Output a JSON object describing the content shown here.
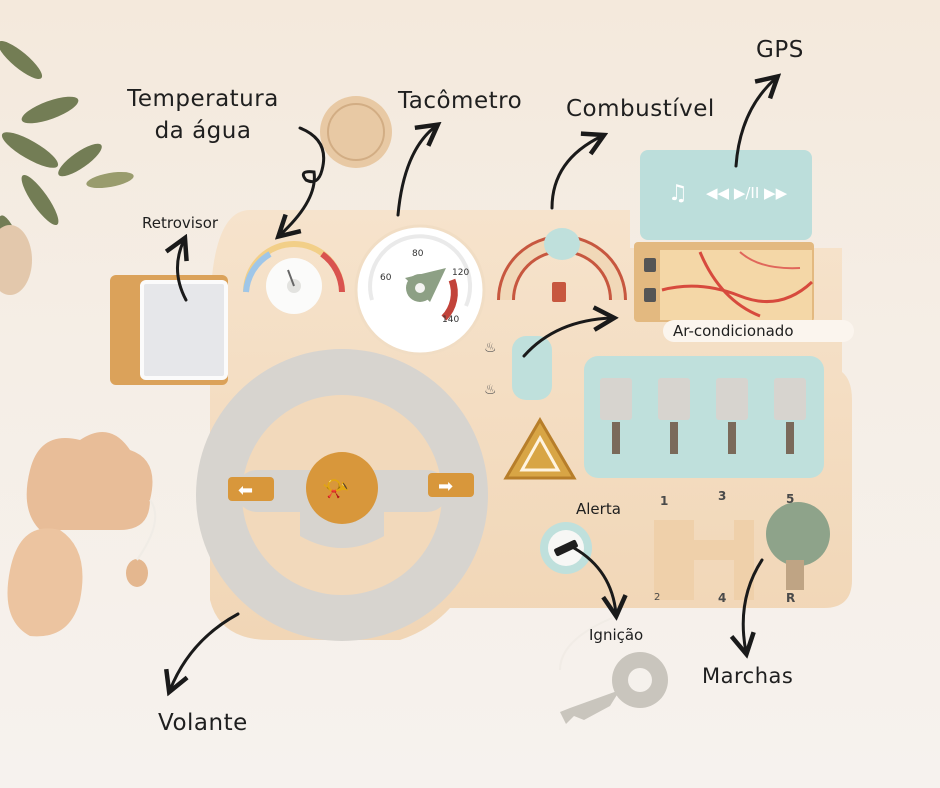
{
  "labels": {
    "temperatura": [
      "Temperatura",
      "da água"
    ],
    "tacometro": "Tacômetro",
    "combustivel": "Combustível",
    "gps": "GPS",
    "retrovisor": "Retrovisor",
    "ar_condicionado": "Ar-condicionado",
    "alerta": "Alerta",
    "ignicao": "Ignição",
    "marchas": "Marchas",
    "volante": "Volante"
  },
  "gear_numbers": [
    "1",
    "3",
    "5",
    "2",
    "4",
    "R"
  ],
  "tach_numbers": [
    "60",
    "80",
    "120",
    "140"
  ],
  "colors": {
    "board": "#f3dcc1",
    "wheel": "#d9d6d0",
    "horn": "#d99a3c",
    "mint": "#bfe0dc",
    "sage": "#8fa68c",
    "background_top": "#f5ece2",
    "background_bottom": "#f3eee8",
    "arrow": "#1a1a1a"
  }
}
